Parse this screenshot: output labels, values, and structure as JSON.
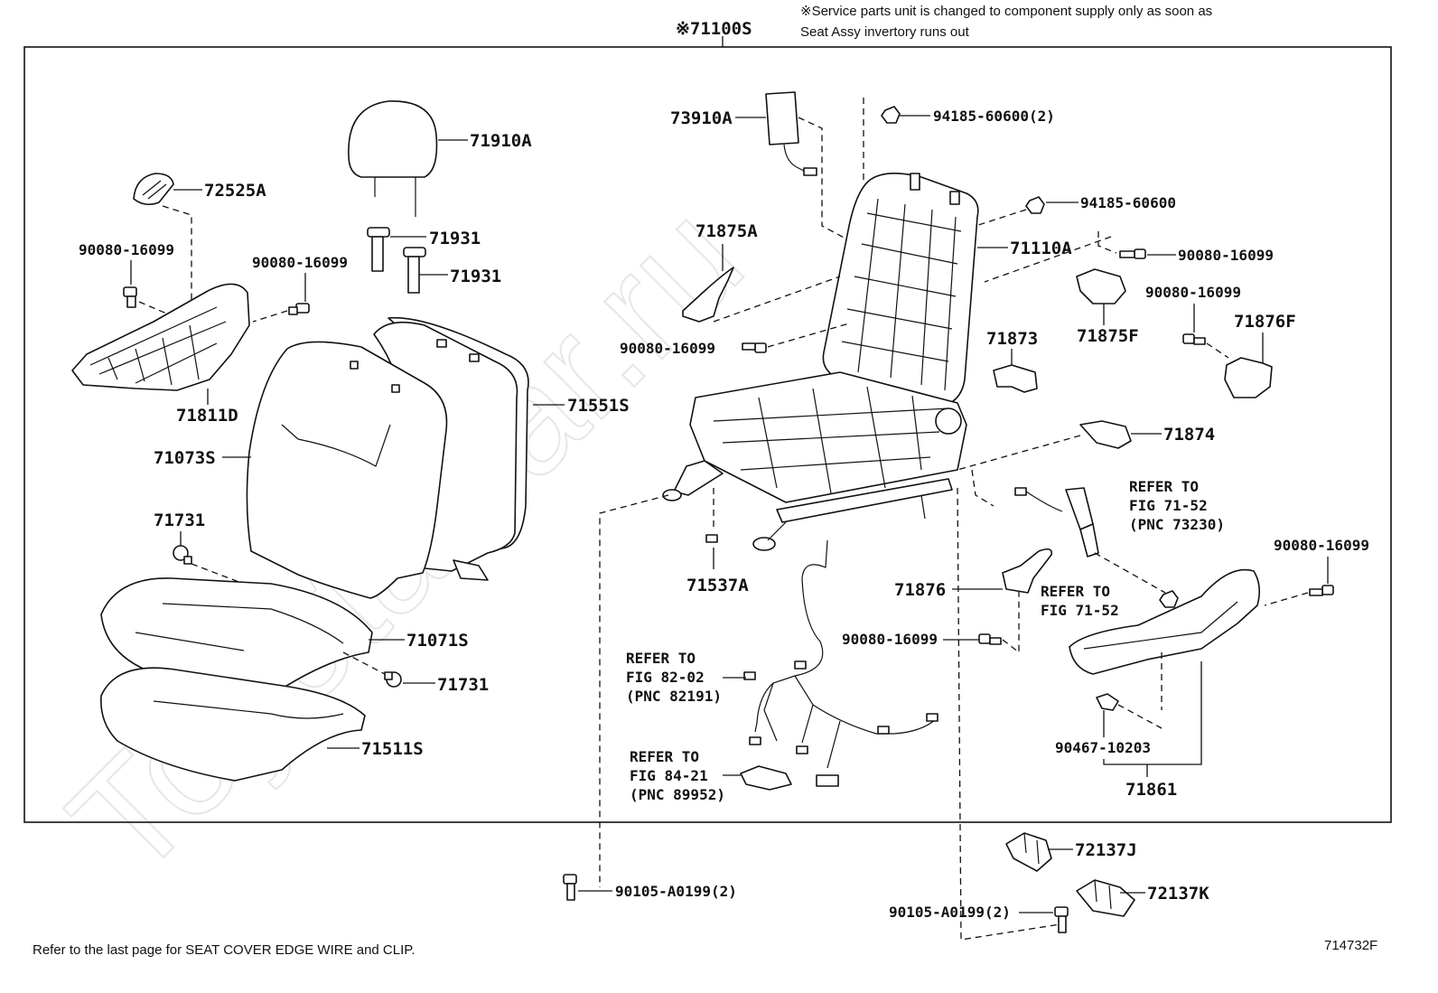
{
  "header": {
    "assembly_number": "※71100S",
    "service_note_line1": "※Service parts unit is changed to component supply only as soon as",
    "service_note_line2": "Seat Assy invertory runs out"
  },
  "watermark": "ToyotaCar.ru",
  "footer": {
    "note": "Refer to the last page for SEAT COVER EDGE WIRE and CLIP.",
    "figure_code": "714732F"
  },
  "parts": {
    "p71910A": "71910A",
    "p72525A": "72525A",
    "p90080_a": "90080-16099",
    "p90080_b": "90080-16099",
    "p71931_a": "71931",
    "p71931_b": "71931",
    "p71811D": "71811D",
    "p71551S": "71551S",
    "p71073S": "71073S",
    "p71731_a": "71731",
    "p71071S": "71071S",
    "p71731_b": "71731",
    "p71511S": "71511S",
    "p73910A": "73910A",
    "p94185_60600_2": "94185-60600(2)",
    "p94185_60600": "94185-60600",
    "p71110A": "71110A",
    "p90080_c": "90080-16099",
    "p71875A": "71875A",
    "p90080_d": "90080-16099",
    "p71875F": "71875F",
    "p90080_e": "90080-16099",
    "p71876F": "71876F",
    "p71873": "71873",
    "p71874": "71874",
    "p71537A": "71537A",
    "p71876": "71876",
    "p90080_f": "90080-16099",
    "p90080_g": "90080-16099",
    "p90467": "90467-10203",
    "p71861": "71861",
    "p72137J": "72137J",
    "p72137K": "72137K",
    "p90105_a": "90105-A0199(2)",
    "p90105_b": "90105-A0199(2)"
  },
  "refs": {
    "belt": [
      "REFER TO",
      "FIG 71-52",
      "(PNC 73230)"
    ],
    "fig7152": [
      "REFER TO",
      "FIG 71-52"
    ],
    "harness": [
      "REFER TO",
      "FIG 82-02",
      "(PNC 82191)"
    ],
    "sensor": [
      "REFER TO",
      "FIG 84-21",
      "(PNC 89952)"
    ]
  }
}
